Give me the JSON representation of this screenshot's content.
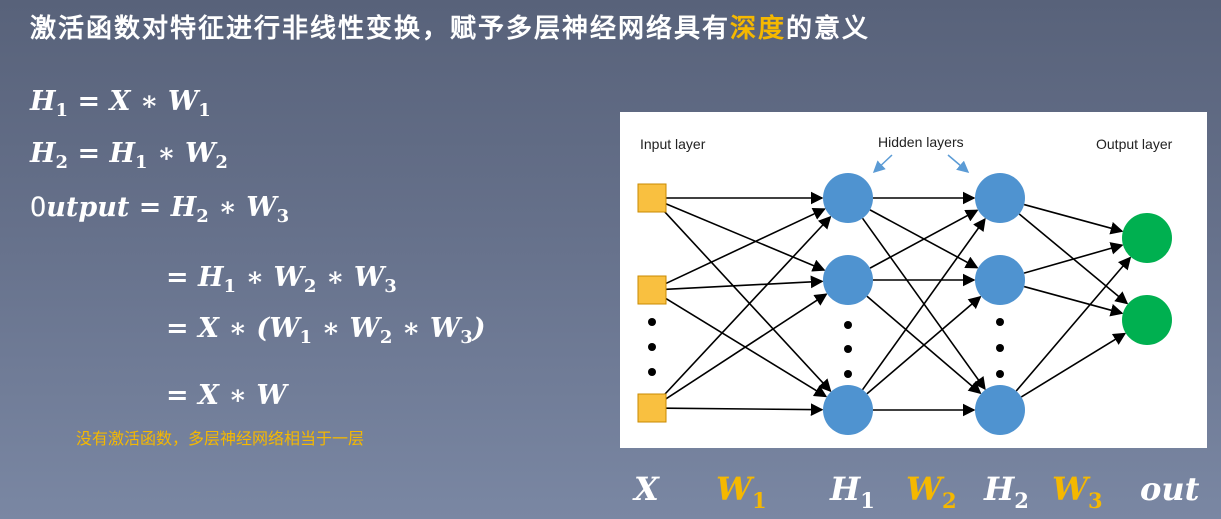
{
  "slide": {
    "title_part1": "激活函数对特征进行非线性变换，赋予多层神经网络具有",
    "title_highlight": "深度",
    "title_part2": "的意义",
    "highlight_color": "#f5b800"
  },
  "equations": {
    "eq1_lhs": "H",
    "eq1_lhs_sub": "1",
    "eq1_rhs": "= X  ∗ W",
    "eq1_rhs_sub": "1",
    "eq2_a": "H",
    "eq2_a_sub": "2",
    "eq2_b": "= H",
    "eq2_b_sub": "1",
    "eq2_c": "∗ W",
    "eq2_c_sub": "2",
    "eq3_up": "O",
    "eq3_a": "utput = H",
    "eq3_a_sub": "2",
    "eq3_b": "∗ W",
    "eq3_b_sub": "3",
    "eq4_a": "= H",
    "eq4_a_sub": "1",
    "eq4_b": "∗ W",
    "eq4_b_sub": "2",
    "eq4_c": "∗ W",
    "eq4_c_sub": "3",
    "eq5_a": "= X  ∗ (W",
    "eq5_a_sub": "1",
    "eq5_b": "∗ W",
    "eq5_b_sub": "2",
    "eq5_c": "∗ W",
    "eq5_c_sub": "3",
    "eq5_d": ")",
    "eq6": "= X  ∗ W"
  },
  "note": "没有激活函数，多层神经网络相当于一层",
  "diagram": {
    "input_label": "Input layer",
    "hidden_label": "Hidden layers",
    "output_label": "Output layer",
    "input_color": "#f9c040",
    "hidden_color": "#4f93d0",
    "output_color": "#00b050"
  },
  "bottom_labels": {
    "x": "X",
    "w1": "W",
    "w1_sub": "1",
    "h1": "H",
    "h1_sub": "1",
    "w2": "W",
    "w2_sub": "2",
    "h2": "H",
    "h2_sub": "2",
    "w3": "W",
    "w3_sub": "3",
    "out": "out"
  }
}
